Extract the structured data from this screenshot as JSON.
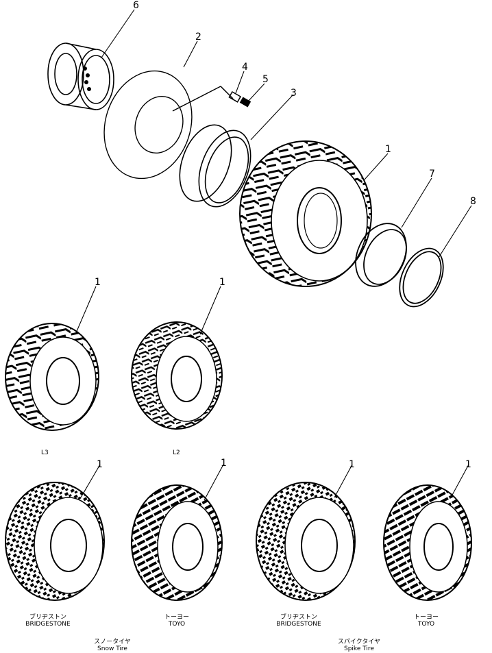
{
  "callouts": {
    "c1_main": "1",
    "c2": "2",
    "c3": "3",
    "c4": "4",
    "c5": "5",
    "c6": "6",
    "c7": "7",
    "c8": "8",
    "c1_l3": "1",
    "c1_l2": "1",
    "c1_snow_bs": "1",
    "c1_snow_toyo": "1",
    "c1_spike_bs": "1",
    "c1_spike_toyo": "1"
  },
  "variants": {
    "l3": "L3",
    "l2": "L2"
  },
  "captions": {
    "snow_bs_jp": "ブリヂストン",
    "snow_bs_en": "BRIDGESTONE",
    "snow_toyo_jp": "トーヨー",
    "snow_toyo_en": "TOYO",
    "spike_bs_jp": "ブリヂストン",
    "spike_bs_en": "BRIDGESTONE",
    "spike_toyo_jp": "トーヨー",
    "spike_toyo_en": "TOYO",
    "snow_group_jp": "スノータイヤ",
    "snow_group_en": "Snow Tire",
    "spike_group_jp": "スパイクタイヤ",
    "spike_group_en": "Spike Tire"
  }
}
